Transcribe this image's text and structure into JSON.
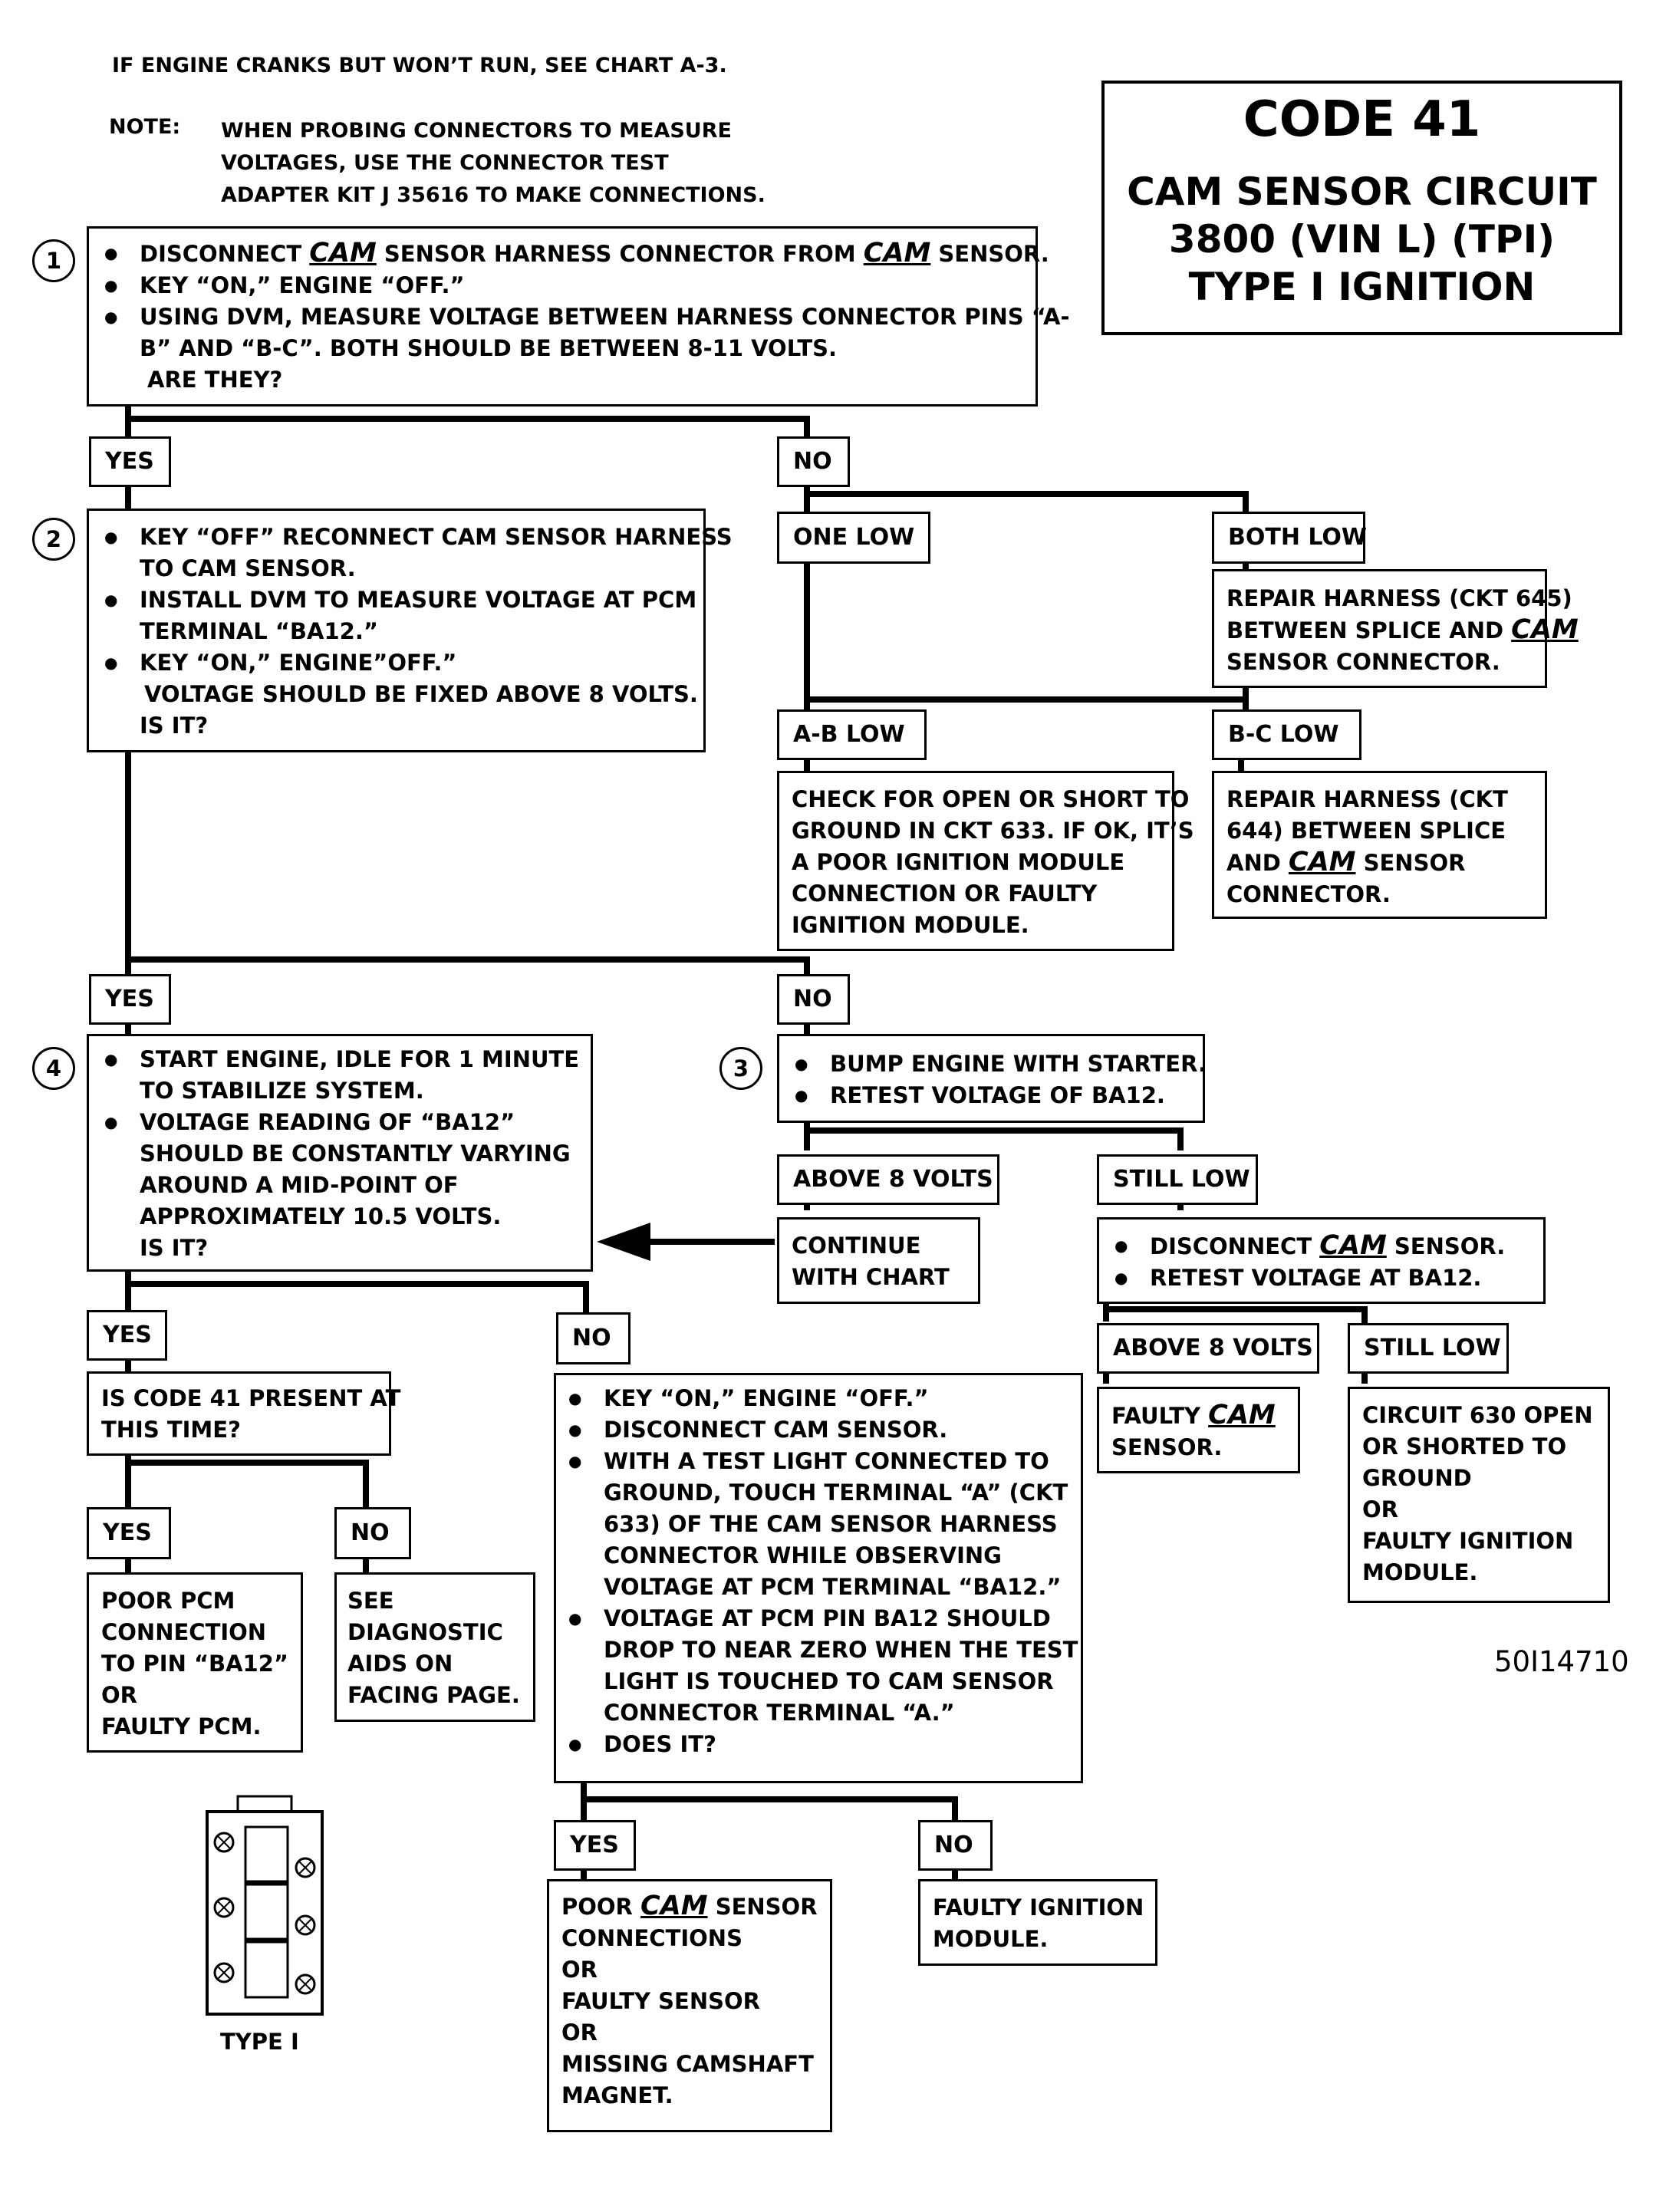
{
  "header": {
    "crank_note": "IF ENGINE CRANKS BUT WON’T RUN, SEE CHART A-3.",
    "note_label": "NOTE:",
    "note_lines": [
      "WHEN PROBING CONNECTORS TO MEASURE",
      "VOLTAGES, USE THE CONNECTOR TEST",
      "ADAPTER KIT J 35616 TO MAKE CONNECTIONS."
    ]
  },
  "title_box": {
    "code": "CODE 41",
    "line1": "CAM SENSOR CIRCUIT",
    "line2": "3800  (VIN L)  (TPI)",
    "line3": "TYPE I IGNITION"
  },
  "step_numbers": {
    "s1": "1",
    "s2": "2",
    "s3": "3",
    "s4": "4"
  },
  "labels": {
    "yes": "YES",
    "no": "NO",
    "one_low": "ONE LOW",
    "both_low": "BOTH LOW",
    "ab_low": "A-B LOW",
    "bc_low": "B-C  LOW",
    "above_8": "ABOVE  8 VOLTS",
    "still_low": "STILL LOW"
  },
  "words": {
    "cam": "CAM"
  },
  "step1": {
    "b1_pre": "DISCONNECT ",
    "b1_mid": " SENSOR HARNESS CONNECTOR FROM ",
    "b1_post": " SENSOR.",
    "b2": "KEY “ON,” ENGINE “OFF.”",
    "b3_l1": "USING DVM, MEASURE VOLTAGE BETWEEN HARNESS CONNECTOR PINS “A-",
    "b3_l2": "B” AND “B-C”.  BOTH SHOULD BE BETWEEN 8-11 VOLTS.",
    "q": "ARE THEY?"
  },
  "step2": {
    "b1_l1": "KEY “OFF” RECONNECT CAM SENSOR HARNESS",
    "b1_l2": "TO CAM SENSOR.",
    "b2_l1": "INSTALL DVM TO MEASURE VOLTAGE AT PCM",
    "b2_l2": "TERMINAL “BA12.”",
    "b3": "KEY “ON,” ENGINE”OFF.”",
    "l4": "VOLTAGE SHOULD BE FIXED ABOVE 8 VOLTS.",
    "q": "IS IT?"
  },
  "repair645": {
    "l1": "REPAIR HARNESS (CKT 645)",
    "l2_pre": "BETWEEN SPLICE AND ",
    "l3": "SENSOR CONNECTOR."
  },
  "check633": {
    "l1": "CHECK FOR OPEN OR SHORT TO",
    "l2": "GROUND IN CKT 633.  IF OK, IT’S",
    "l3": "A POOR IGNITION MODULE",
    "l4": "CONNECTION OR FAULTY",
    "l5": "IGNITION MODULE."
  },
  "repair644": {
    "l1": "REPAIR HARNESS (CKT",
    "l2": "644) BETWEEN SPLICE",
    "l3_pre": "AND ",
    "l3_post": " SENSOR",
    "l4": "CONNECTOR."
  },
  "step4": {
    "b1_l1": "START ENGINE, IDLE FOR 1 MINUTE",
    "b1_l2": "TO STABILIZE SYSTEM.",
    "b2_l1": "VOLTAGE READING OF “BA12”",
    "b2_l2": "SHOULD BE CONSTANTLY VARYING",
    "b2_l3": "AROUND A MID-POINT OF",
    "b2_l4": "APPROXIMATELY 10.5  VOLTS.",
    "q": "IS IT?"
  },
  "step3": {
    "b1": "BUMP ENGINE WITH STARTER.",
    "b2": "RETEST VOLTAGE OF BA12."
  },
  "continue_box": {
    "l1": "CONTINUE",
    "l2": "WITH CHART"
  },
  "disconnect_box": {
    "b1_pre": "DISCONNECT ",
    "b1_post": " SENSOR.",
    "b2": "RETEST VOLTAGE AT BA12."
  },
  "faulty_cam": {
    "l1_pre": "FAULTY ",
    "l2": "SENSOR."
  },
  "circuit630": {
    "l1": "CIRCUIT 630  OPEN",
    "l2": "OR SHORTED TO",
    "l3": "GROUND",
    "l4": "OR",
    "l5": "FAULTY IGNITION",
    "l6": "MODULE."
  },
  "code41_present": {
    "l1": "IS CODE 41 PRESENT AT",
    "l2": "THIS TIME?"
  },
  "poor_pcm": {
    "l1": "POOR PCM",
    "l2": "CONNECTION",
    "l3": "TO PIN “BA12”",
    "l4": "OR",
    "l5": "FAULTY PCM."
  },
  "see_diag": {
    "l1": "SEE",
    "l2": "DIAGNOSTIC",
    "l3": "AIDS ON",
    "l4": "FACING PAGE."
  },
  "test_light": {
    "b1": "KEY “ON,” ENGINE “OFF.”",
    "b2": "DISCONNECT CAM SENSOR.",
    "b3_l1": "WITH A TEST LIGHT CONNECTED TO",
    "b3_l2": "GROUND, TOUCH TERMINAL “A” (CKT",
    "b3_l3": "633) OF THE CAM SENSOR HARNESS",
    "b3_l4": "CONNECTOR WHILE OBSERVING",
    "b3_l5": "VOLTAGE AT PCM TERMINAL “BA12.”",
    "b4_l1": "VOLTAGE AT PCM PIN BA12 SHOULD",
    "b4_l2": "DROP TO NEAR ZERO WHEN THE TEST",
    "b4_l3": "LIGHT IS TOUCHED TO CAM SENSOR",
    "b4_l4": "CONNECTOR TERMINAL “A.”",
    "b5": "DOES IT?"
  },
  "poor_cam_conn": {
    "l1_pre": "POOR ",
    "l1_post": " SENSOR",
    "l2": "CONNECTIONS",
    "l3": "OR",
    "l4": "FAULTY SENSOR",
    "l5": "OR",
    "l6": "MISSING CAMSHAFT",
    "l7": "MAGNET."
  },
  "faulty_ign": {
    "l1": "FAULTY IGNITION",
    "l2": "MODULE."
  },
  "figure_id": "50I14710",
  "connector_caption": "TYPE I"
}
